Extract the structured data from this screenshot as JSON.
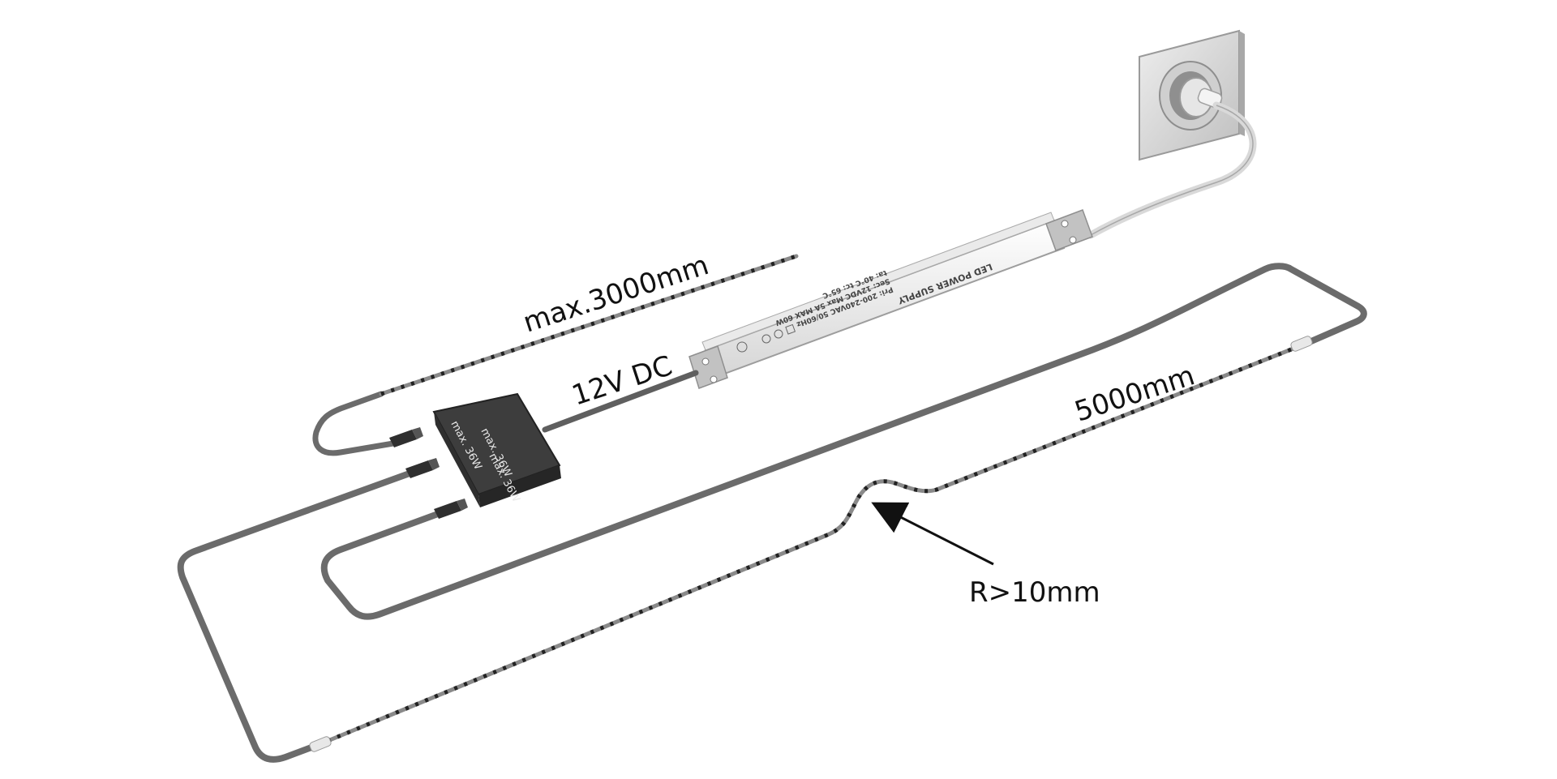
{
  "labels": {
    "max_length": "max.3000mm",
    "voltage": "12V DC",
    "strip_length": "5000mm",
    "bend_radius": "R>10mm"
  },
  "power_supply": {
    "title": "LED POWER SUPPLY",
    "spec_lines": [
      "Pri: 200-240VAC 50/60Hz",
      "Sec: 12VDC Max 5A MAX 60W",
      "ta: 40°C  tc: 65°C"
    ]
  },
  "junction_box": {
    "ports": [
      "max. 36W",
      "max. 36W",
      "max. 36W"
    ]
  },
  "colors": {
    "cable": "#6b6b6b",
    "cable_dark": "#4a4a4a",
    "strip": "#7a7a7a",
    "led": "#222222",
    "psu_body": "#f2f2f2",
    "psu_cap": "#bdbdbd",
    "junction": "#3a3a3a",
    "outlet": "#d9d9d9",
    "arrow": "#111111"
  }
}
